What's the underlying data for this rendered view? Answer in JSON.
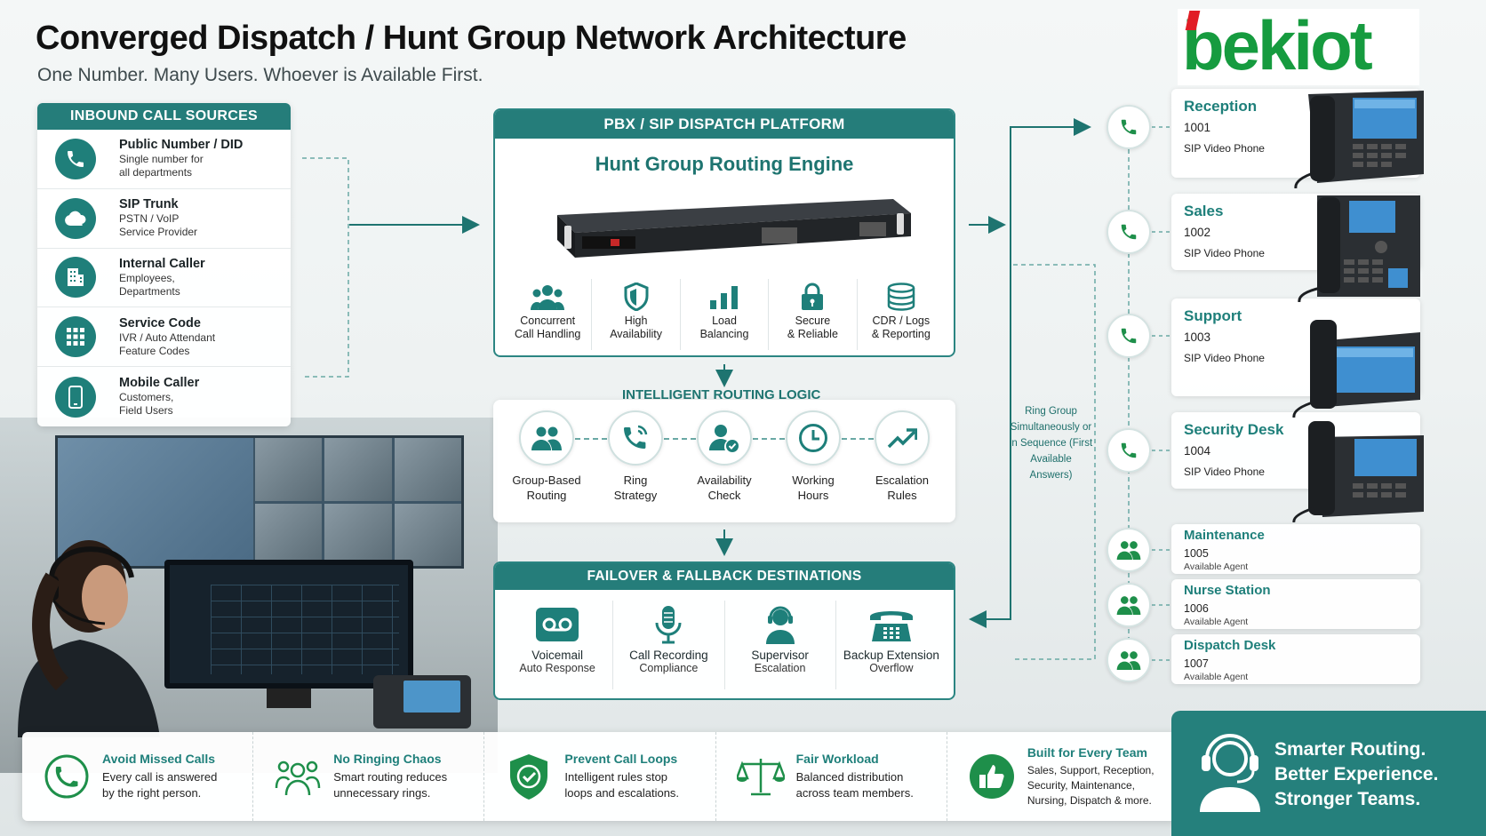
{
  "header": {
    "title": "Converged Dispatch / Hunt Group Network Architecture",
    "subtitle": "One Number. Many Users. Whoever is Available First."
  },
  "logo": {
    "text": "bekiot"
  },
  "colors": {
    "teal": "#257d7a",
    "green": "#169b3f",
    "red": "#e11d25"
  },
  "inbound": {
    "heading": "INBOUND CALL SOURCES",
    "items": [
      {
        "name": "Public Number / DID",
        "desc1": "Single number for",
        "desc2": "all departments",
        "icon": "phone-icon"
      },
      {
        "name": "SIP Trunk",
        "desc1": "PSTN / VoIP",
        "desc2": "Service Provider",
        "icon": "cloud-icon"
      },
      {
        "name": "Internal Caller",
        "desc1": "Employees,",
        "desc2": "Departments",
        "icon": "building-icon"
      },
      {
        "name": "Service Code",
        "desc1": "IVR / Auto Attendant",
        "desc2": "Feature Codes",
        "icon": "keypad-icon"
      },
      {
        "name": "Mobile Caller",
        "desc1": "Customers,",
        "desc2": "Field Users",
        "icon": "mobile-icon"
      }
    ]
  },
  "pbx": {
    "heading": "PBX / SIP DISPATCH PLATFORM",
    "engine": "Hunt Group Routing Engine",
    "features": [
      {
        "l1": "Concurrent",
        "l2": "Call Handling",
        "icon": "users-icon"
      },
      {
        "l1": "High",
        "l2": "Availability",
        "icon": "shield-icon"
      },
      {
        "l1": "Load",
        "l2": "Balancing",
        "icon": "bars-icon"
      },
      {
        "l1": "Secure",
        "l2": "& Reliable",
        "icon": "lock-icon"
      },
      {
        "l1": "CDR / Logs",
        "l2": "& Reporting",
        "icon": "database-icon"
      }
    ]
  },
  "routing": {
    "heading": "INTELLIGENT ROUTING LOGIC",
    "items": [
      {
        "l1": "Group-Based",
        "l2": "Routing",
        "icon": "group-icon"
      },
      {
        "l1": "Ring",
        "l2": "Strategy",
        "icon": "ringing-phone-icon"
      },
      {
        "l1": "Availability",
        "l2": "Check",
        "icon": "user-check-icon"
      },
      {
        "l1": "Working",
        "l2": "Hours",
        "icon": "clock-icon"
      },
      {
        "l1": "Escalation",
        "l2": "Rules",
        "icon": "trend-up-icon"
      }
    ]
  },
  "failover": {
    "heading": "FAILOVER & FALLBACK DESTINATIONS",
    "items": [
      {
        "name": "Voicemail",
        "desc": "Auto Response",
        "icon": "voicemail-icon"
      },
      {
        "name": "Call Recording",
        "desc": "Compliance",
        "icon": "microphone-icon"
      },
      {
        "name": "Supervisor",
        "desc": "Escalation",
        "icon": "headset-user-icon"
      },
      {
        "name": "Backup Extension",
        "desc": "Overflow",
        "icon": "desk-phone-icon"
      }
    ]
  },
  "ring_note": "Ring Group Simultaneously or in Sequence (First Available Answers)",
  "destinations": [
    {
      "name": "Reception",
      "ext": "1001",
      "type": "SIP Video Phone"
    },
    {
      "name": "Sales",
      "ext": "1002",
      "type": "SIP Video Phone"
    },
    {
      "name": "Support",
      "ext": "1003",
      "type": "SIP Video Phone"
    },
    {
      "name": "Security Desk",
      "ext": "1004",
      "type": "SIP Video Phone"
    },
    {
      "name": "Maintenance",
      "ext": "1005",
      "type": "Available Agent"
    },
    {
      "name": "Nurse Station",
      "ext": "1006",
      "type": "Available Agent"
    },
    {
      "name": "Dispatch Desk",
      "ext": "1007",
      "type": "Available Agent"
    }
  ],
  "benefits": [
    {
      "title": "Avoid Missed Calls",
      "l1": "Every call is answered",
      "l2": "by the right person.",
      "l3": "",
      "icon": "phone-circle-icon"
    },
    {
      "title": "No Ringing Chaos",
      "l1": "Smart routing reduces",
      "l2": "unnecessary rings.",
      "l3": "",
      "icon": "team-icon"
    },
    {
      "title": "Prevent Call Loops",
      "l1": "Intelligent rules stop",
      "l2": "loops and escalations.",
      "l3": "",
      "icon": "shield-check-icon"
    },
    {
      "title": "Fair Workload",
      "l1": "Balanced distribution",
      "l2": "across team members.",
      "l3": "",
      "icon": "scales-icon"
    },
    {
      "title": "Built for Every Team",
      "l1": "Sales, Support, Reception,",
      "l2": "Security, Maintenance,",
      "l3": "Nursing, Dispatch & more.",
      "icon": "thumbs-up-icon"
    }
  ],
  "slogan": {
    "l1": "Smarter Routing.",
    "l2": "Better Experience.",
    "l3": "Stronger Teams."
  }
}
